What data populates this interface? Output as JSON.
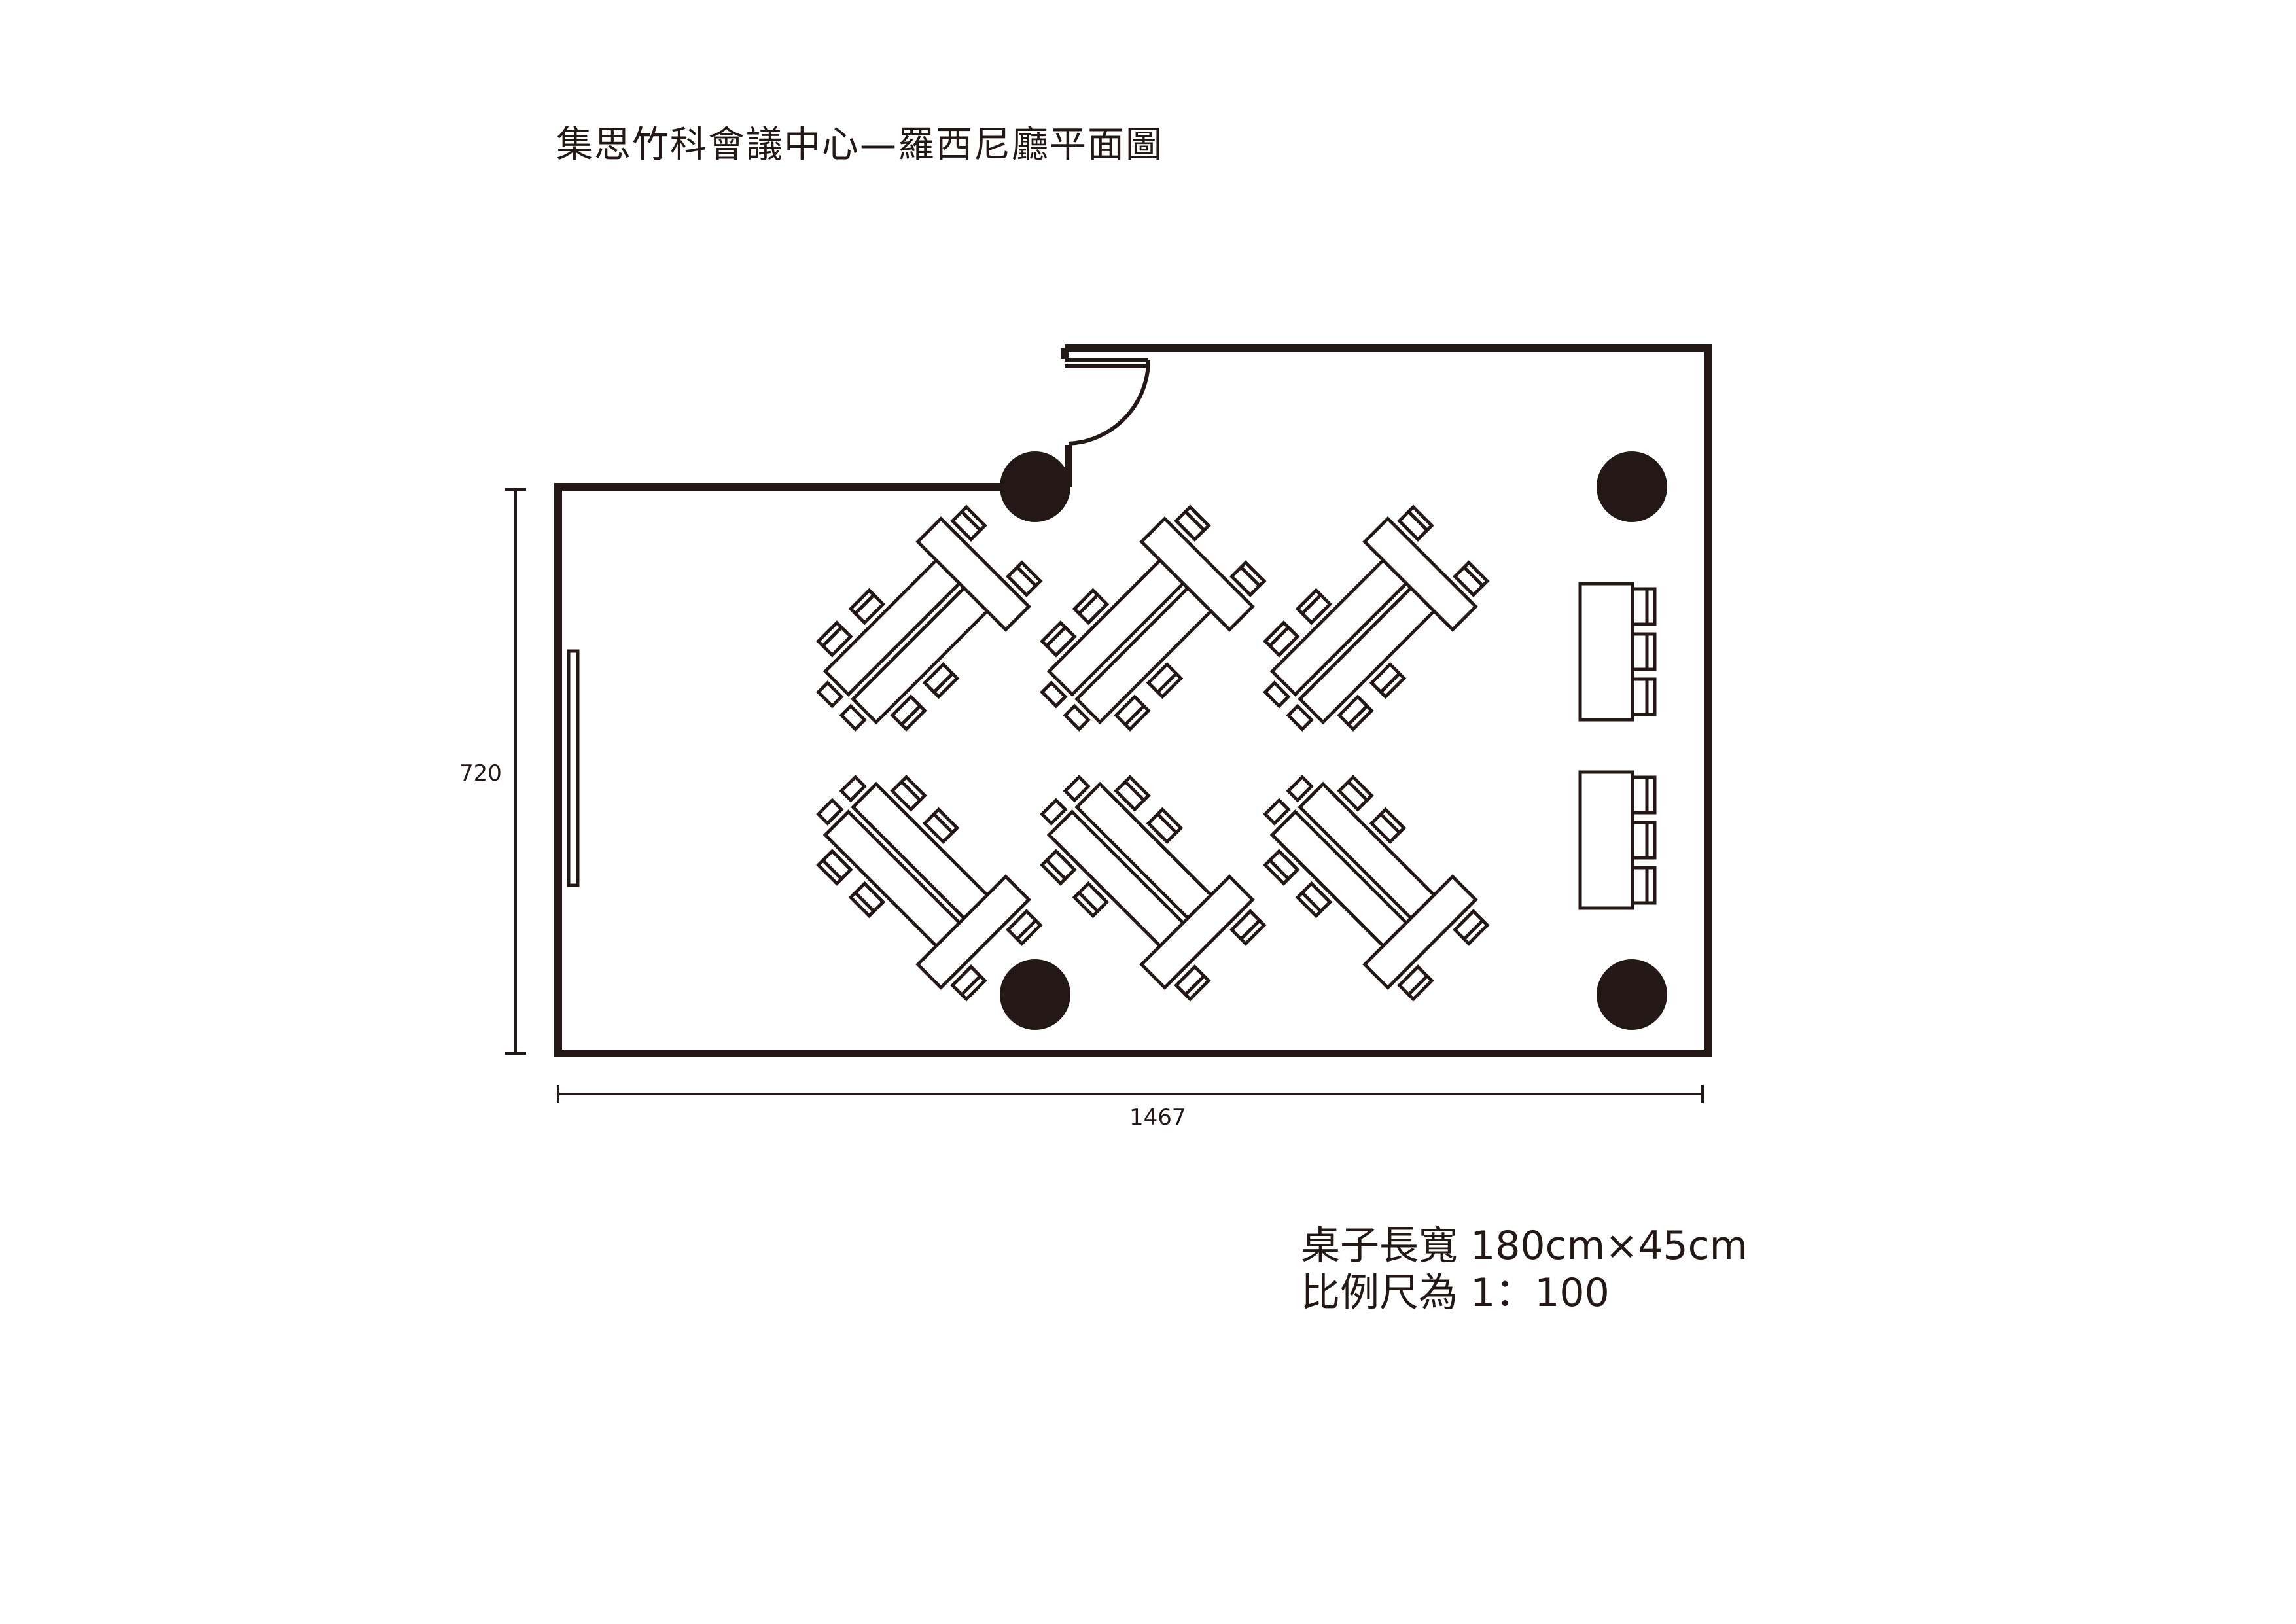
{
  "title": "集思竹科會議中心—羅西尼廳平面圖",
  "dimensions": {
    "height": "720",
    "width": "1467"
  },
  "notes": {
    "table_size": "桌子長寬 180cm×45cm",
    "scale": "比例尺為 1：100"
  },
  "room": {
    "table_groups": 6,
    "side_tables": 2,
    "pillars": 4
  },
  "colors": {
    "line": "#231815",
    "background": "#ffffff"
  }
}
